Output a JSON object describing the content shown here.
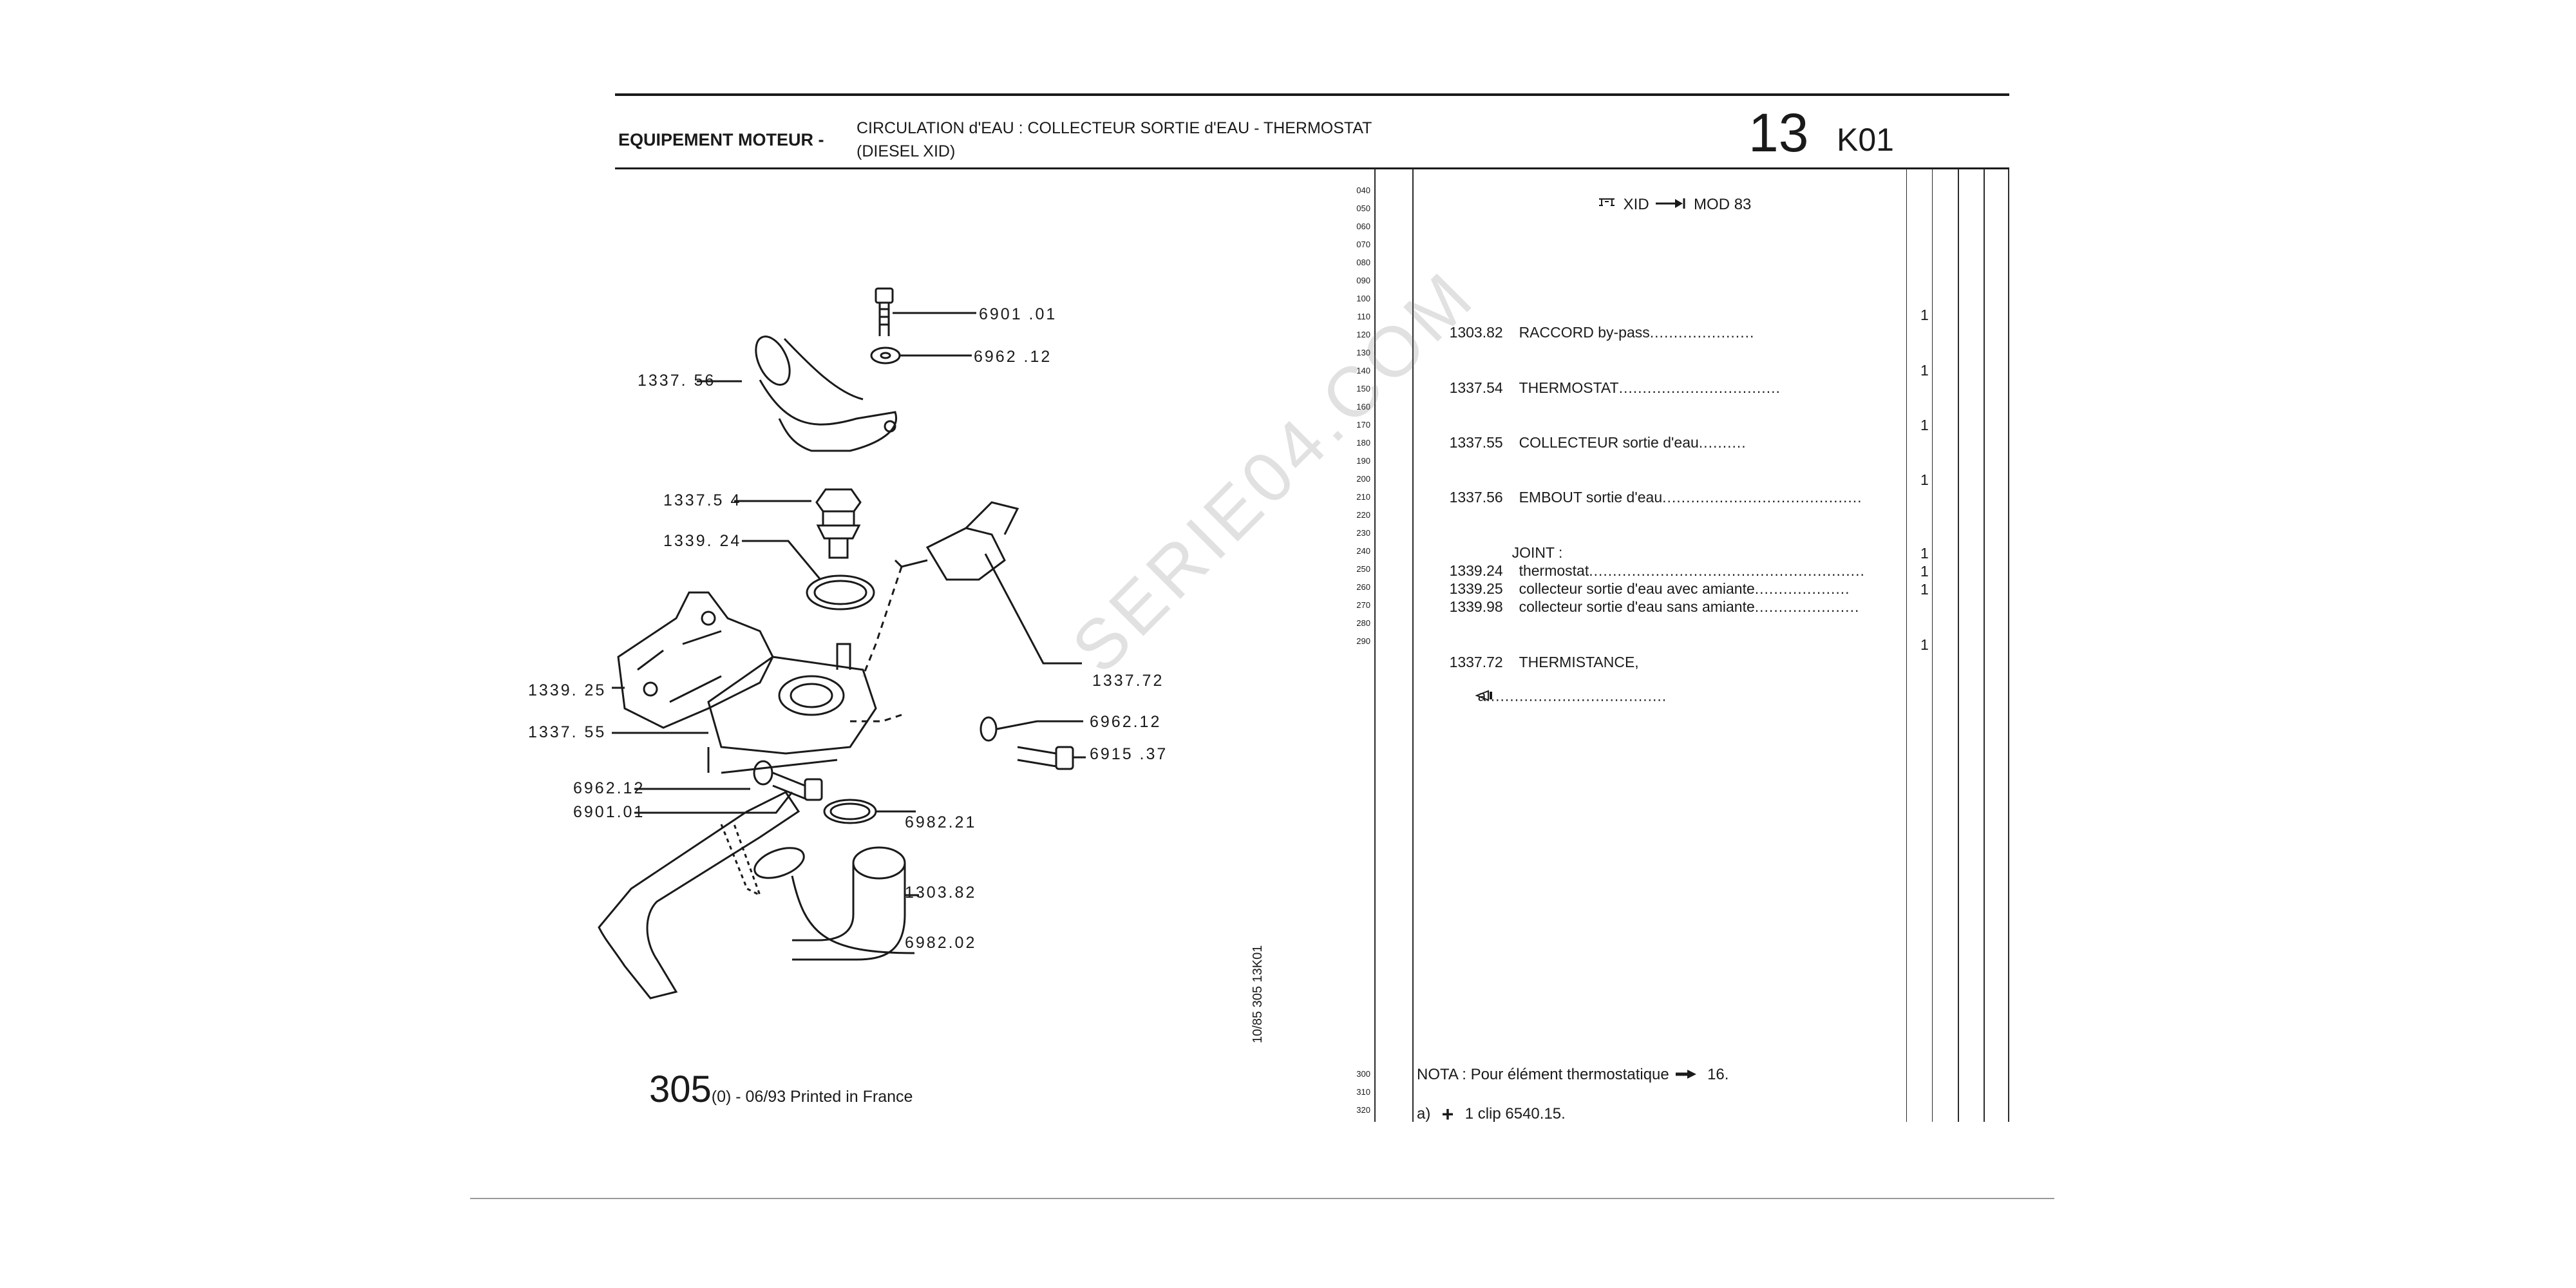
{
  "header": {
    "section": "EQUIPEMENT MOTEUR -",
    "title_line1": "CIRCULATION d'EAU : COLLECTEUR SORTIE d'EAU - THERMOSTAT",
    "title_line2": "(DIESEL XID)",
    "group": "13",
    "page_code": "K01"
  },
  "condition": {
    "model": "XID",
    "until": "MOD 83"
  },
  "line_codes": [
    "040",
    "050",
    "060",
    "070",
    "080",
    "090",
    "100",
    "110",
    "120",
    "130",
    "140",
    "150",
    "160",
    "170",
    "180",
    "190",
    "200",
    "210",
    "220",
    "230",
    "240",
    "250",
    "260",
    "270",
    "280",
    "290"
  ],
  "line_codes_bottom": [
    "300",
    "310",
    "320"
  ],
  "parts": [
    {
      "code": "1303.82",
      "name": "RACCORD by-pass",
      "qty": "1"
    },
    {
      "code": "1337.54",
      "name": "THERMOSTAT",
      "qty": "1"
    },
    {
      "code": "1337.55",
      "name": "COLLECTEUR sortie d'eau",
      "qty": "1"
    },
    {
      "code": "1337.56",
      "name": "EMBOUT sortie d'eau",
      "qty": "1"
    },
    {
      "code": "",
      "name": "JOINT :",
      "qty": ""
    },
    {
      "code": "1339.24",
      "name": "thermostat",
      "qty": "1"
    },
    {
      "code": "1339.25",
      "name": "collecteur sortie d'eau avec amiante",
      "qty": "1"
    },
    {
      "code": "1339.98",
      "name": "collecteur sortie d'eau sans amiante",
      "qty": "1"
    },
    {
      "code": "1337.72",
      "name": "THERMISTANCE,",
      "suffix": "a",
      "qty": "1"
    }
  ],
  "notes": {
    "nota": "NOTA : Pour élément thermostatique",
    "nota_ref": "16.",
    "a_prefix": "a)",
    "a_text": "1 clip 6540.15."
  },
  "diagram_labels": {
    "l_6901_01_top": "6901 .01",
    "l_6962_12_top": "6962 .12",
    "l_1337_56": "1337. 56",
    "l_1337_54": "1337.5 4",
    "l_1339_24": "1339. 24",
    "l_1337_72": "1337.72",
    "l_1339_25": "1339. 25",
    "l_6962_12_mid": "6962.12",
    "l_1337_55": "1337. 55",
    "l_6915_37": "6915 .37",
    "l_6962_12_low": "6962.12",
    "l_6901_01_low": "6901.01",
    "l_6982_21": "6982.21",
    "l_1303_82": "1303.82",
    "l_6982_02": "6982.02"
  },
  "side_ref": "10/85 305 13K01",
  "watermark": "SERIE04.COM",
  "footer": {
    "number": "305",
    "sub": "(0) - 06/93 Printed in France"
  }
}
